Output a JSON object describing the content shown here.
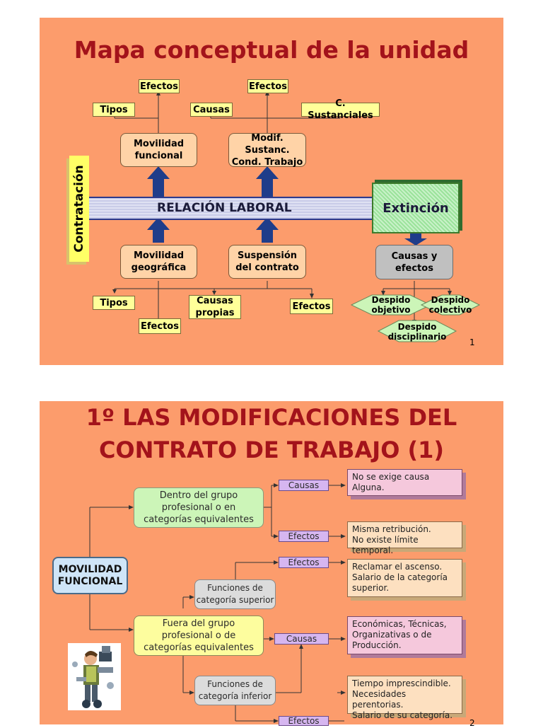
{
  "slide1": {
    "title": "Mapa conceptual de la unidad",
    "side_label": "Contratación",
    "band_label": "RELACIÓN LABORAL",
    "extincion": "Extinción",
    "top_left": {
      "tipos": "Tipos",
      "efectos": "Efectos",
      "box_line1": "Movilidad",
      "box_line2": "funcional"
    },
    "top_right": {
      "causas": "Causas",
      "efectos": "Efectos",
      "c_sust": "C. Sustanciales",
      "box_line1": "Modif. Sustanc.",
      "box_line2": "Cond. Trabajo"
    },
    "bottom_left": {
      "box_line1": "Movilidad",
      "box_line2": "geográfica",
      "tipos": "Tipos",
      "efectos": "Efectos",
      "causas_line1": "Causas",
      "causas_line2": "propias"
    },
    "bottom_right": {
      "box_line1": "Suspensión",
      "box_line2": "del contrato",
      "efectos": "Efectos"
    },
    "causas_efectos": {
      "line1": "Causas y",
      "line2": "efectos"
    },
    "despido_objetivo": {
      "line1": "Despido",
      "line2": "objetivo"
    },
    "despido_colectivo": {
      "line1": "Despido",
      "line2": "colectivo"
    },
    "despido_disciplinario": {
      "line1": "Despido",
      "line2": "disciplinario"
    },
    "page_number": "1"
  },
  "slide2": {
    "title_line1": "1º LAS MODIFICACIONES DEL",
    "title_line2": "CONTRATO DE TRABAJO (1)",
    "movilidad": {
      "line1": "MOVILIDAD",
      "line2": "FUNCIONAL"
    },
    "dentro": {
      "line1": "Dentro del grupo",
      "line2": "profesional o en",
      "line3": "categorías equivalentes"
    },
    "fuera": {
      "line1": "Fuera del grupo",
      "line2": "profesional o de",
      "line3": "categorías equivalentes"
    },
    "func_superior": {
      "line1": "Funciones de",
      "line2": "categoría superior"
    },
    "func_inferior": {
      "line1": "Funciones de",
      "line2": "categoría inferior"
    },
    "causas1": "Causas",
    "efectos1": "Efectos",
    "efectos2": "Efectos",
    "causas2": "Causas",
    "efectos3": "Efectos",
    "no_causa": {
      "line1": "No se exige causa",
      "line2": "Alguna."
    },
    "misma": {
      "line1": "Misma retribución.",
      "line2": "No existe límite temporal."
    },
    "reclamar": {
      "line1": "Reclamar el ascenso.",
      "line2": "Salario de la categoría",
      "line3": "superior."
    },
    "economicas": {
      "line1": "Económicas, Técnicas,",
      "line2": "Organizativas o de",
      "line3": "Producción."
    },
    "tiempo": {
      "line1": "Tiempo imprescindible.",
      "line2": "Necesidades perentorias.",
      "line3": "Salario de su categoría."
    },
    "page_number": "2"
  },
  "colors": {
    "slide_bg": "#fc9c6c",
    "title": "#a3131b",
    "arrow_blue": "#1f3d8a"
  }
}
